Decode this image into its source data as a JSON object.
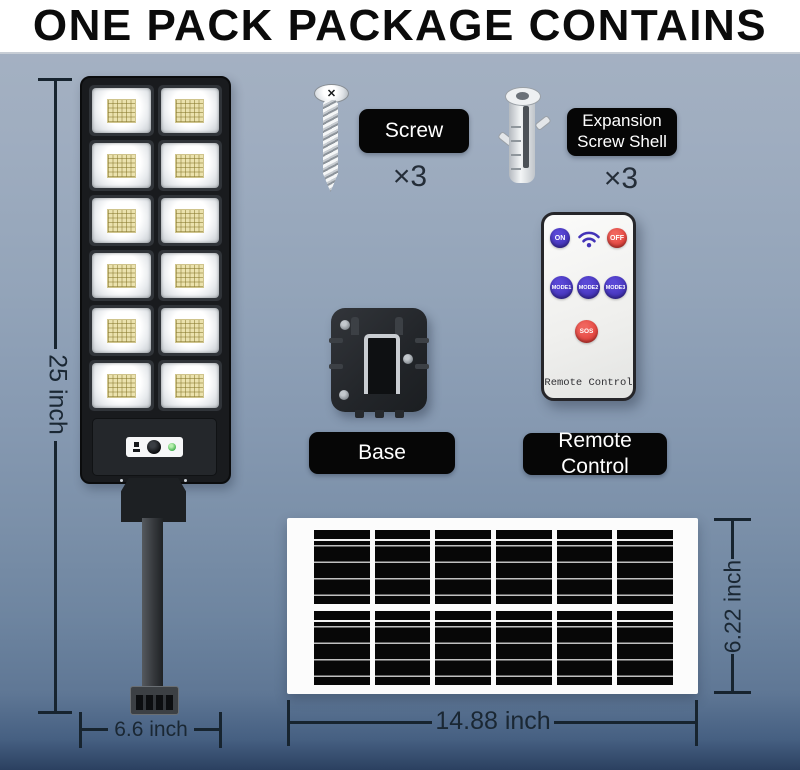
{
  "title": "ONE PACK PACKAGE CONTAINS",
  "colors": {
    "background_top": "#a7b3c3",
    "background_bottom": "#2b4060",
    "label_bg": "#060606",
    "remote_purple": "#4333b8",
    "remote_red": "#e2423c",
    "status_led_green": "#3fae4a"
  },
  "light": {
    "led_rows": 6,
    "led_cols": 2
  },
  "solar_panel": {
    "cell_cols": 6,
    "cell_rows": 2
  },
  "labels": {
    "screw": {
      "name": "Screw",
      "qty": "×3"
    },
    "expansion_screw_shell": {
      "line1": "Expansion",
      "line2": "Screw Shell",
      "qty": "×3"
    },
    "base": {
      "name": "Base"
    },
    "remote_control": {
      "name": "Remote Control"
    }
  },
  "remote": {
    "on": "ON",
    "off": "OFF",
    "mode1": "MODE1",
    "mode2": "MODE2",
    "mode3": "MODE3",
    "sos": "SOS",
    "footer": "Remote Control"
  },
  "dimensions": {
    "light_height": "25 inch",
    "light_width": "6.6 inch",
    "panel_width": "14.88 inch",
    "panel_height": "6.22 inch"
  }
}
